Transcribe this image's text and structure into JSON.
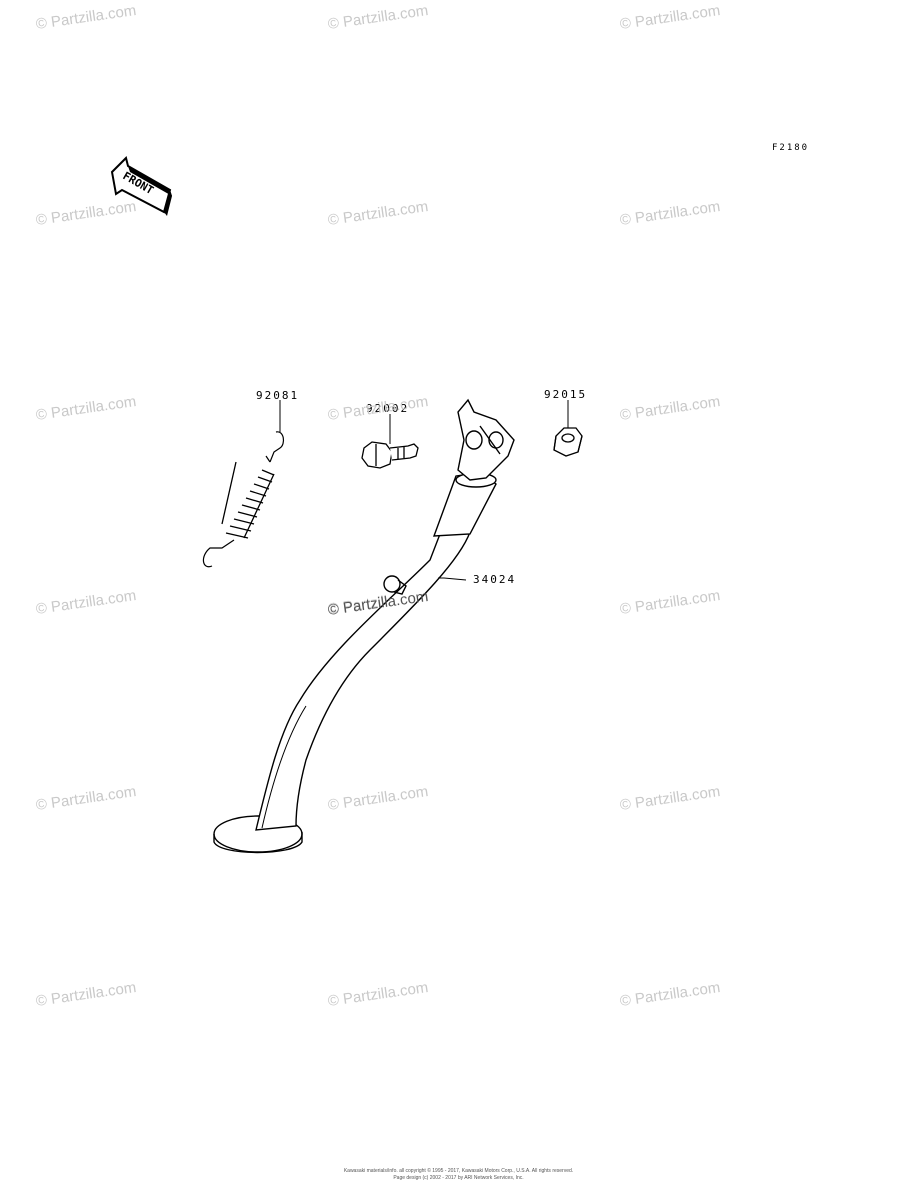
{
  "figure_id": "F2180",
  "front_label": "FRONT",
  "watermark": "© Partzilla.com",
  "parts": [
    {
      "number": "92081",
      "icon": "spring-icon"
    },
    {
      "number": "92002",
      "icon": "bolt-icon"
    },
    {
      "number": "92015",
      "icon": "nut-icon"
    },
    {
      "number": "34024",
      "icon": "side-stand-icon"
    }
  ],
  "footer": {
    "line1": "Kawasaki materials/info. all copyright © 1995 - 2017, Kawasaki Motors Corp., U.S.A. All rights reserved.",
    "line2": "Page design (c) 2002 - 2017 by ARI Network Services, Inc."
  }
}
